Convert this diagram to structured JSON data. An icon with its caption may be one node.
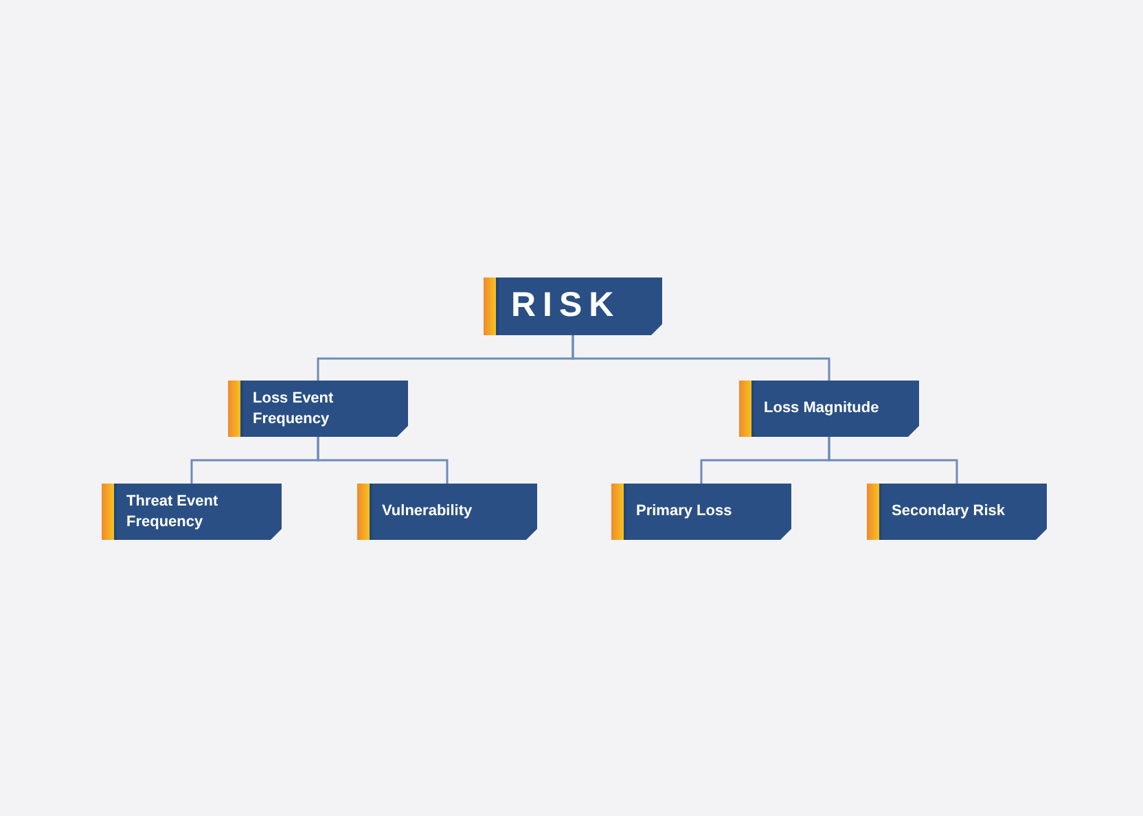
{
  "diagram": {
    "nodes": [
      {
        "text": [
          "RISK"
        ]
      },
      {
        "text": [
          "Loss Event Frequency"
        ]
      },
      {
        "text": [
          "Loss Magnitude"
        ]
      },
      {
        "text": [
          "Threat Event Frequency"
        ]
      },
      {
        "text": [
          "Vulnerability"
        ]
      },
      {
        "text": [
          "Primary Loss"
        ]
      },
      {
        "text": [
          "Secondary Risk"
        ]
      }
    ],
    "edges": [
      {
        "from": 0,
        "to": 1,
        "arrow": "none"
      },
      {
        "from": 0,
        "to": 2,
        "arrow": "none"
      },
      {
        "from": 1,
        "to": 3,
        "arrow": "none"
      },
      {
        "from": 1,
        "to": 4,
        "arrow": "none"
      },
      {
        "from": 2,
        "to": 5,
        "arrow": "none"
      },
      {
        "from": 2,
        "to": 6,
        "arrow": "none"
      }
    ]
  }
}
